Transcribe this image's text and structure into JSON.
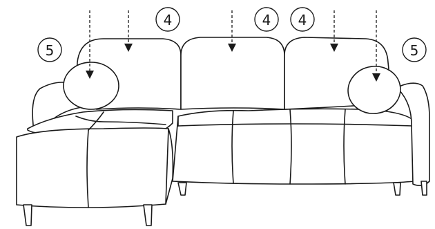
{
  "callouts": [
    {
      "id": "back-cushion-1",
      "label": "4"
    },
    {
      "id": "back-cushion-2",
      "label": "4"
    },
    {
      "id": "back-cushion-3",
      "label": "4"
    },
    {
      "id": "pillow-left",
      "label": "5"
    },
    {
      "id": "pillow-right",
      "label": "5"
    }
  ]
}
